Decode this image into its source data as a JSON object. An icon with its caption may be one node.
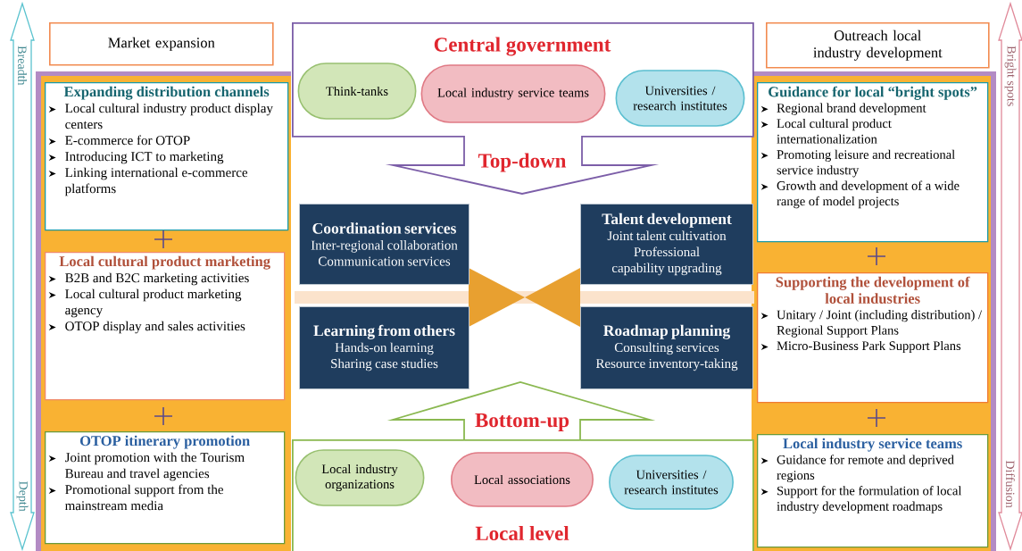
{
  "diagram": {
    "nodes": [
      {
        "text": [
          "Market expansion"
        ]
      },
      {
        "text": [
          "Expanding distribution channels",
          "Local cultural industry product display centers",
          "E-commerce for OTOP",
          "Introducing ICT to marketing",
          "Linking international e-commerce platforms"
        ]
      },
      {
        "text": [
          "Local cultural product marketing",
          "B2B and B2C marketing activities",
          "Local cultural product marketing agency",
          "OTOP display and sales activities"
        ]
      },
      {
        "text": [
          "OTOP itinerary promotion",
          "Joint promotion with the Tourism Bureau and travel agencies",
          "Promotional support from the mainstream media"
        ]
      },
      {
        "text": [
          "Central government"
        ]
      },
      {
        "text": [
          "Think-tanks"
        ],
        "in": 4
      },
      {
        "text": [
          "Local industry service teams"
        ],
        "in": 4
      },
      {
        "text": [
          "Universities / research institutes"
        ],
        "in": 4
      },
      {
        "text": [
          "Top-down"
        ]
      },
      {
        "text": [
          "Coordination services",
          "Inter-regional collaboration",
          "Communication services"
        ]
      },
      {
        "text": [
          "Talent development",
          "Joint talent cultivation",
          "Professional capability upgrading"
        ]
      },
      {
        "text": [
          "Learning from others",
          "Hands-on learning",
          "Sharing case studies"
        ]
      },
      {
        "text": [
          "Roadmap planning",
          "Consulting services",
          "Resource inventory-taking"
        ]
      },
      {
        "text": [
          "Bottom-up"
        ]
      },
      {
        "text": [
          "Local level"
        ]
      },
      {
        "text": [
          "Local industry organizations"
        ],
        "in": 14
      },
      {
        "text": [
          "Local associations"
        ],
        "in": 14
      },
      {
        "text": [
          "Universities / research institutes"
        ],
        "in": 14
      },
      {
        "text": [
          "Outreach local industry development"
        ]
      },
      {
        "text": [
          "Guidance for local “bright spots”",
          "Regional brand development",
          "Local cultural product internationalization",
          "Promoting leisure and recreational service industry",
          "Growth and development of a wide range of model projects"
        ]
      },
      {
        "text": [
          "Supporting the development of local industries",
          "Unitary / Joint (including distribution) / Regional Support Plans",
          "Micro-Business Park Support Plans"
        ]
      },
      {
        "text": [
          "Local industry service teams",
          "Guidance for remote and deprived regions",
          "Support for the formulation of local industry development roadmaps"
        ]
      }
    ],
    "labels": [
      "Breadth",
      "Depth",
      "Bright spots",
      "Diffusion"
    ]
  }
}
